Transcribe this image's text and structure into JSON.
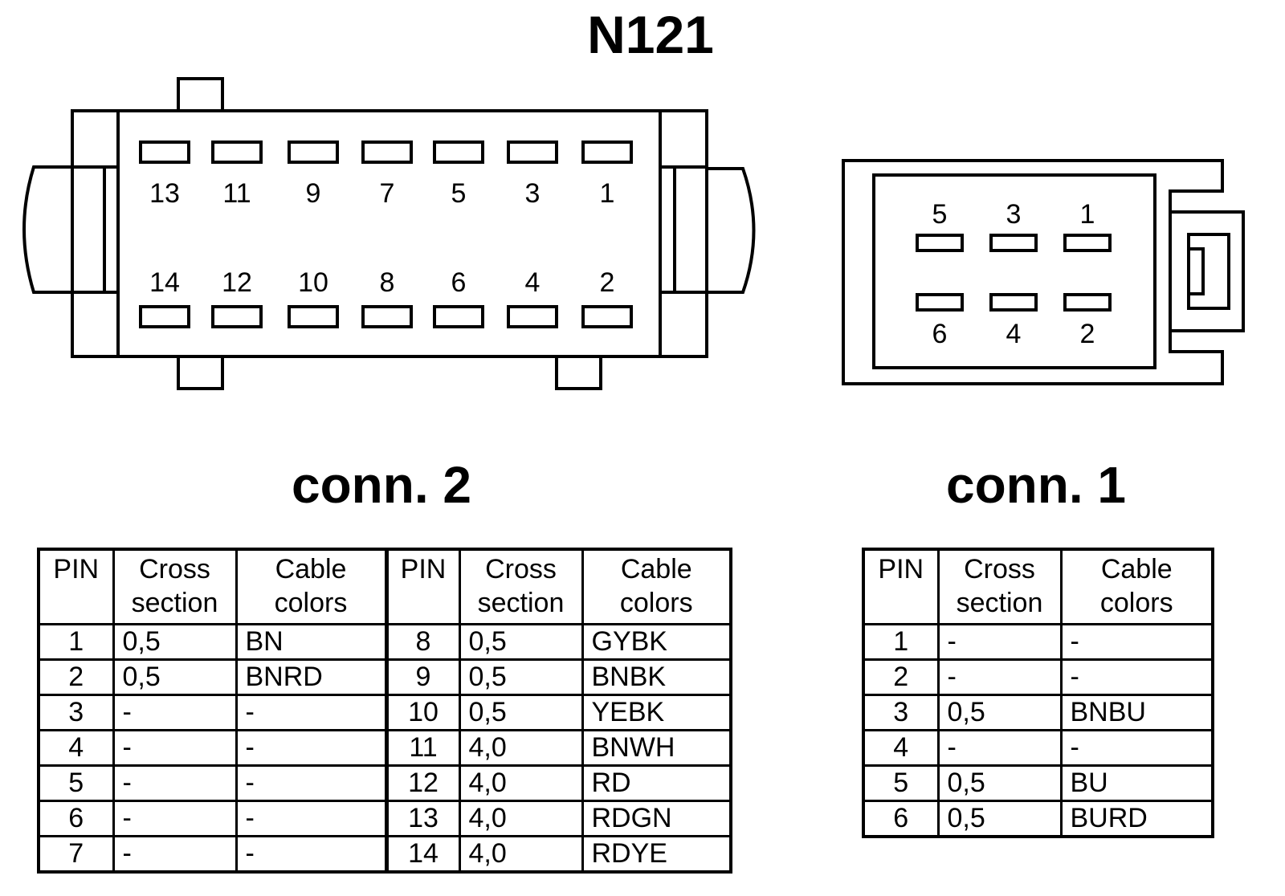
{
  "title": "N121",
  "connector2": {
    "label": "conn. 2",
    "top_row_pins": [
      "13",
      "11",
      "9",
      "7",
      "5",
      "3",
      "1"
    ],
    "bottom_row_pins": [
      "14",
      "12",
      "10",
      "8",
      "6",
      "4",
      "2"
    ],
    "headers": {
      "pin": "PIN",
      "cross": [
        "Cross",
        "section"
      ],
      "cable": [
        "Cable",
        "colors"
      ]
    },
    "rows": [
      {
        "pin": "1",
        "cross": "0,5",
        "color": "BN",
        "pin2": "8",
        "cross2": "0,5",
        "color2": "GYBK"
      },
      {
        "pin": "2",
        "cross": "0,5",
        "color": "BNRD",
        "pin2": "9",
        "cross2": "0,5",
        "color2": "BNBK"
      },
      {
        "pin": "3",
        "cross": "-",
        "color": "-",
        "pin2": "10",
        "cross2": "0,5",
        "color2": "YEBK"
      },
      {
        "pin": "4",
        "cross": "-",
        "color": "-",
        "pin2": "11",
        "cross2": "4,0",
        "color2": "BNWH"
      },
      {
        "pin": "5",
        "cross": "-",
        "color": "-",
        "pin2": "12",
        "cross2": "4,0",
        "color2": "RD"
      },
      {
        "pin": "6",
        "cross": "-",
        "color": "-",
        "pin2": "13",
        "cross2": "4,0",
        "color2": "RDGN"
      },
      {
        "pin": "7",
        "cross": "-",
        "color": "-",
        "pin2": "14",
        "cross2": "4,0",
        "color2": "RDYE"
      }
    ]
  },
  "connector1": {
    "label": "conn. 1",
    "top_row_pins": [
      "5",
      "3",
      "1"
    ],
    "bottom_row_pins": [
      "6",
      "4",
      "2"
    ],
    "headers": {
      "pin": "PIN",
      "cross": [
        "Cross",
        "section"
      ],
      "cable": [
        "Cable",
        "colors"
      ]
    },
    "rows": [
      {
        "pin": "1",
        "cross": "-",
        "color": "-"
      },
      {
        "pin": "2",
        "cross": "-",
        "color": "-"
      },
      {
        "pin": "3",
        "cross": "0,5",
        "color": "BNBU"
      },
      {
        "pin": "4",
        "cross": "-",
        "color": "-"
      },
      {
        "pin": "5",
        "cross": "0,5",
        "color": "BU"
      },
      {
        "pin": "6",
        "cross": "0,5",
        "color": "BURD"
      }
    ]
  }
}
